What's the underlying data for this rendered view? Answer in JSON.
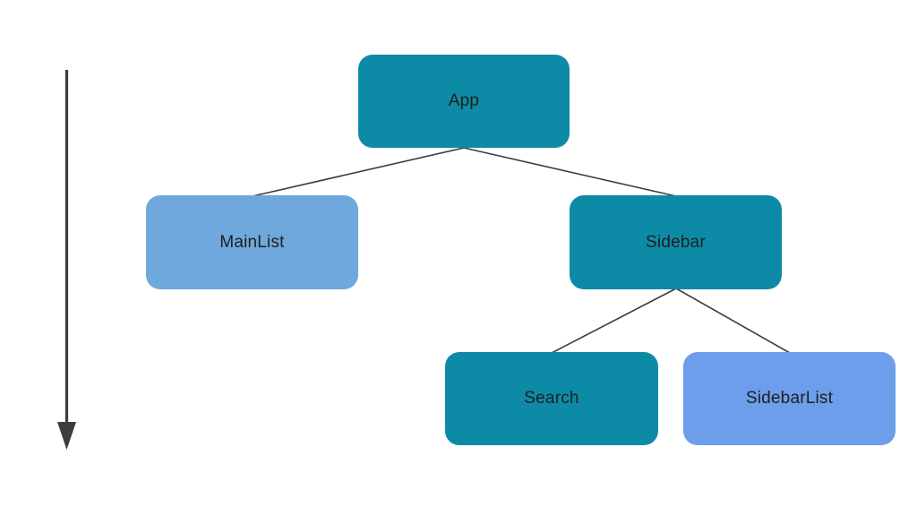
{
  "diagram": {
    "type": "tree",
    "background_color": "#ffffff",
    "edge_color": "#3c3c3c",
    "arrow_color": "#3c3c3c",
    "text_color": "#1e1e1e",
    "nodes": [
      {
        "label": "App",
        "fill": "#0d8ba6",
        "level": 0
      },
      {
        "label": "MainList",
        "fill": "#6fa8dc",
        "level": 1
      },
      {
        "label": "Sidebar",
        "fill": "#0d8ba6",
        "level": 1
      },
      {
        "label": "Search",
        "fill": "#0d8ba6",
        "level": 2
      },
      {
        "label": "SidebarList",
        "fill": "#6d9eeb",
        "level": 2
      }
    ],
    "edges": [
      {
        "from": "App",
        "to": "MainList"
      },
      {
        "from": "App",
        "to": "Sidebar"
      },
      {
        "from": "Sidebar",
        "to": "Search"
      },
      {
        "from": "Sidebar",
        "to": "SidebarList"
      }
    ],
    "arrow": {
      "orientation": "vertical",
      "direction": "down"
    }
  }
}
